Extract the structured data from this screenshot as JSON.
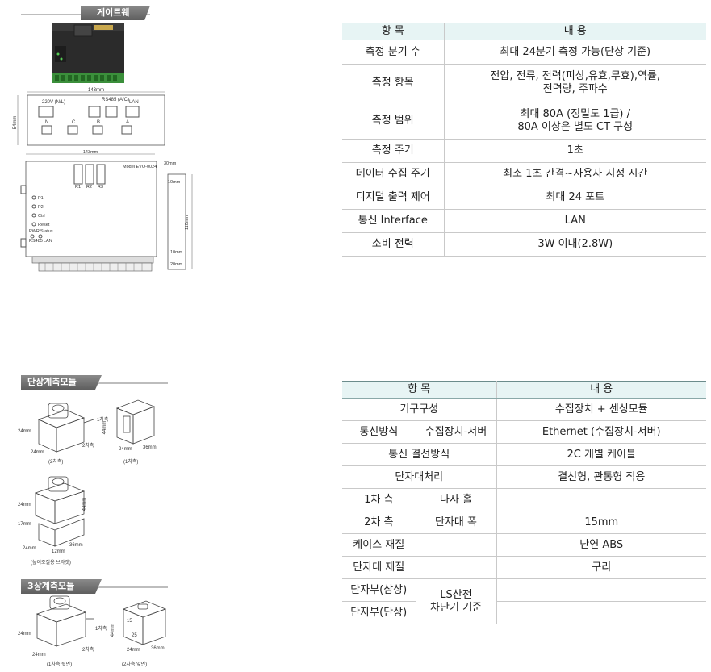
{
  "gateway": {
    "tag": "게이트웨이",
    "diagram": {
      "device_label": "Model EVO-0024",
      "width_label": "143mm",
      "height_label": "54mm",
      "depth_label": "118mm",
      "terminals": [
        "220V (N/L)",
        "RS485 (A/C)",
        "LAN"
      ],
      "phases": [
        "N",
        "C",
        "B",
        "A"
      ],
      "relays": [
        "R1",
        "R2",
        "R3"
      ],
      "leds": [
        "P1",
        "P2",
        "Ctrl",
        "Reset",
        "PWR",
        "Status",
        "RS485",
        "LAN"
      ],
      "dims": [
        "10mm",
        "10mm",
        "20mm",
        "30mm"
      ]
    },
    "table": {
      "headers": [
        "항 목",
        "내 용"
      ],
      "rows": [
        {
          "item": "측정 분기 수",
          "content": "최대 24분기 측정 가능(단상 기준)"
        },
        {
          "item": "측정 항목",
          "content": "전압, 전류, 전력(피상,유효,무효),역률,\n전력량, 주파수"
        },
        {
          "item": "측정 범위",
          "content": "최대 80A (정밀도 1급) /\n80A 이상은 별도 CT 구성"
        },
        {
          "item": "측정 주기",
          "content": "1초"
        },
        {
          "item": "데이터 수집 주기",
          "content": "최소 1초 간격~사용자 지정 시간"
        },
        {
          "item": "디지털 출력 제어",
          "content": "최대 24 포트"
        },
        {
          "item": "통신 Interface",
          "content": "LAN"
        },
        {
          "item": "소비 전력",
          "content": "3W 이내(2.8W)"
        }
      ]
    }
  },
  "single_phase": {
    "tag": "단상계측모듈",
    "captions": [
      "(2차측)",
      "(1차측)",
      "(높이조절용 브라켓)"
    ],
    "dims": {
      "d24": "24mm",
      "d44": "44mm",
      "d36": "36mm",
      "d17": "17mm",
      "d12": "12mm",
      "primary": "1차측",
      "secondary": "2차측"
    }
  },
  "three_phase": {
    "tag": "3상계측모듈",
    "captions": [
      "(1차측 뒷면)",
      "(2차측 앞면)"
    ],
    "dims": {
      "d24": "24mm",
      "d44": "44mm",
      "d36": "36mm",
      "d15": "15",
      "d25": "25",
      "primary": "1차측",
      "secondary": "2차측"
    }
  },
  "module_table": {
    "headers": [
      "항 목",
      "내 용"
    ],
    "r1": {
      "item": "기구구성",
      "content": "수집장치 + 센싱모듈"
    },
    "r2": {
      "item": "통신방식",
      "sub": "수집장치-서버",
      "content": "Ethernet (수집장치-서버)"
    },
    "r3": {
      "item": "통신 결선방식",
      "content": "2C 개별 케이블"
    },
    "r4": {
      "item": "단자대처리",
      "content": "결선형, 관통형 적용"
    },
    "r5": {
      "item": "1차 측",
      "sub": "나사 홀",
      "content": ""
    },
    "r6": {
      "item": "2차 측",
      "sub": "단자대 폭",
      "content": "15mm"
    },
    "r7": {
      "item": "케이스 재질",
      "content": "난연 ABS"
    },
    "r8": {
      "item": "단자대 재질",
      "content": "구리"
    },
    "r9": {
      "item": "단자부(삼상)",
      "sub": "LS산전\n차단기 기준",
      "content": ""
    },
    "r10": {
      "item": "단자부(단상)",
      "content": ""
    }
  }
}
